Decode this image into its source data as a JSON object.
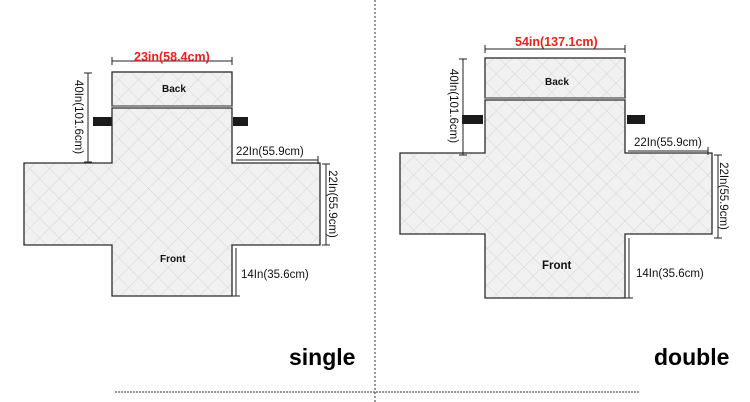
{
  "single": {
    "width_label": "23in(58.4cm)",
    "height_label": "40In(101.6cm)",
    "arm_width_label": "22In(55.9cm)",
    "arm_depth_label": "22In(55.9cm)",
    "front_drop_label": "14In(35.6cm)",
    "back_label": "Back",
    "front_label": "Front",
    "caption": "single"
  },
  "double": {
    "width_label": "54in(137.1cm)",
    "height_label": "40In(101.6cm)",
    "arm_width_label": "22In(55.9cm)",
    "arm_depth_label": "22In(55.9cm)",
    "front_drop_label": "14In(35.6cm)",
    "back_label": "Back",
    "front_label": "Front",
    "caption": "double"
  },
  "colors": {
    "accent": "#e8221f",
    "fabric": "#f1f1f1",
    "quilt": "#cfcfcf",
    "outline": "#2a2a2a",
    "strap": "#1a1a1a"
  }
}
